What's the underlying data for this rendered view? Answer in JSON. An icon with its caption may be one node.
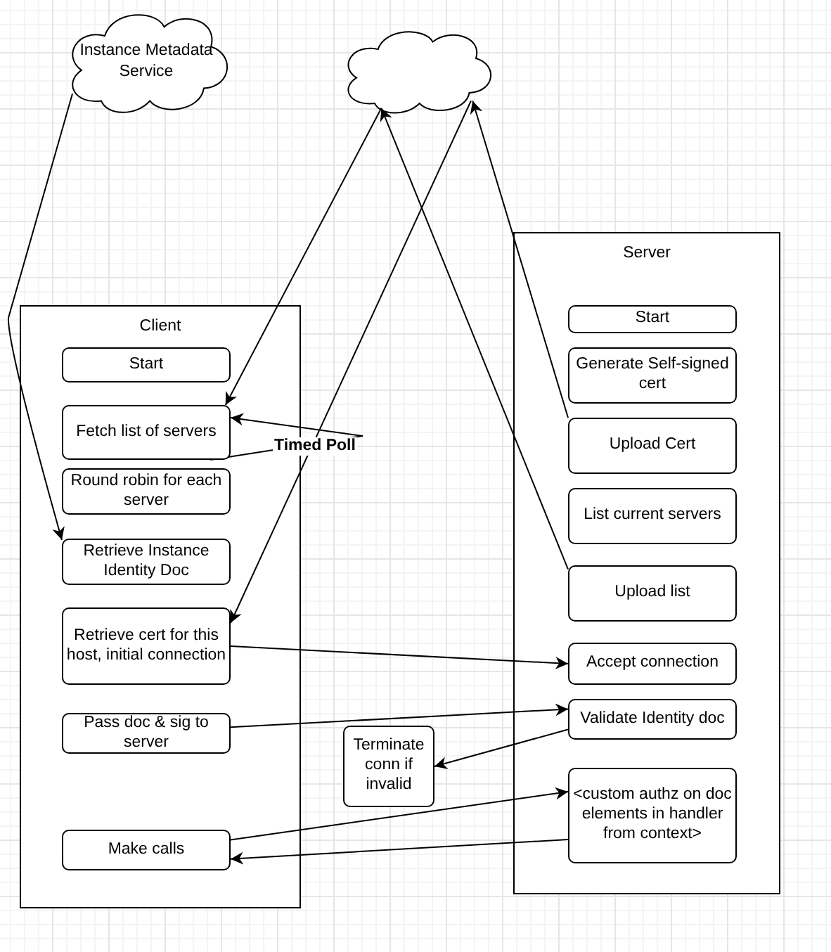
{
  "diagram": {
    "nodes": [
      {
        "text": [
          "Instance Metadata Service"
        ]
      },
      {
        "text": [],
        "shape": "cloud"
      },
      {
        "text": [
          "Client"
        ]
      },
      {
        "text": [
          "Start"
        ],
        "in": 2
      },
      {
        "text": [
          "Fetch list of servers"
        ],
        "in": 2
      },
      {
        "text": [
          "Round robin for each server"
        ],
        "in": 2
      },
      {
        "text": [
          "Retrieve Instance Identity Doc"
        ],
        "in": 2
      },
      {
        "text": [
          "Retrieve cert for this host, initial connection"
        ],
        "in": 2
      },
      {
        "text": [
          "Pass doc & sig to server"
        ],
        "in": 2
      },
      {
        "text": [
          "Make calls"
        ],
        "in": 2
      },
      {
        "text": [
          "Server"
        ]
      },
      {
        "text": [
          "Start"
        ],
        "in": 10
      },
      {
        "text": [
          "Generate Self-signed cert"
        ],
        "in": 10
      },
      {
        "text": [
          "Upload Cert"
        ],
        "in": 10
      },
      {
        "text": [
          "List current servers"
        ],
        "in": 10
      },
      {
        "text": [
          "Upload list"
        ],
        "in": 10
      },
      {
        "text": [
          "Accept connection"
        ],
        "in": 10
      },
      {
        "text": [
          "Validate Identity doc"
        ],
        "in": 10
      },
      {
        "text": [
          "<custom authz on doc elements in handler from context>"
        ],
        "in": 10
      },
      {
        "text": [
          "Terminate conn if invalid"
        ]
      }
    ],
    "edges": [
      {
        "from": 0,
        "to": 6,
        "arrow": "to"
      },
      {
        "from": 1,
        "to": 4,
        "arrow": "to"
      },
      {
        "from": 13,
        "to": 1,
        "arrow": "to"
      },
      {
        "from": 15,
        "to": 1,
        "arrow": "to"
      },
      {
        "from": 1,
        "to": 7,
        "arrow": "to"
      },
      {
        "from": 4,
        "to": 4,
        "arrow": "to",
        "label": "Timed Poll"
      },
      {
        "from": 7,
        "to": 16,
        "arrow": "to"
      },
      {
        "from": 8,
        "to": 17,
        "arrow": "to"
      },
      {
        "from": 17,
        "to": 19,
        "arrow": "to"
      },
      {
        "from": 9,
        "to": 18,
        "arrow": "to"
      },
      {
        "from": 18,
        "to": 9,
        "arrow": "to"
      }
    ]
  }
}
